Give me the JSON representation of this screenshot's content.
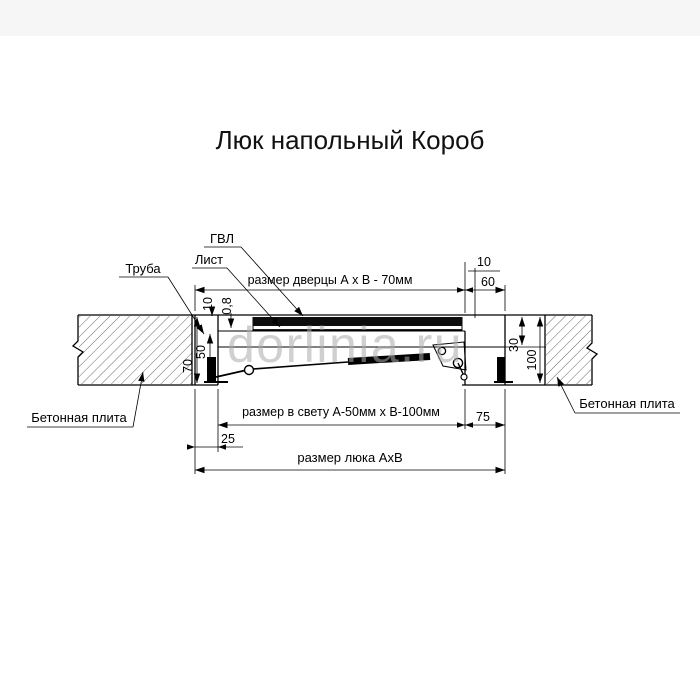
{
  "page": {
    "title": "Люк напольный Короб",
    "watermark": "dorlinia.ru"
  },
  "colors": {
    "line": "#000000",
    "watermark_gray": "#ababab"
  },
  "callouts": {
    "gvl": "ГВЛ",
    "sheet": "Лист",
    "tube": "Труба",
    "concrete_left": "Бетонная плита",
    "concrete_right": "Бетонная плита"
  },
  "dims": {
    "door_size": "размер дверцы А х В - 70мм",
    "top_10": "10",
    "top_60": "60",
    "lid_10": "10",
    "lid_08": "0,8",
    "left_50": "50",
    "left_70": "70",
    "right_30": "30",
    "right_100": "100",
    "clear_size": "размер в свету А-50мм х В-100мм",
    "bottom_75": "75",
    "bottom_25": "25",
    "hatch_size": "размер люка АхВ"
  }
}
